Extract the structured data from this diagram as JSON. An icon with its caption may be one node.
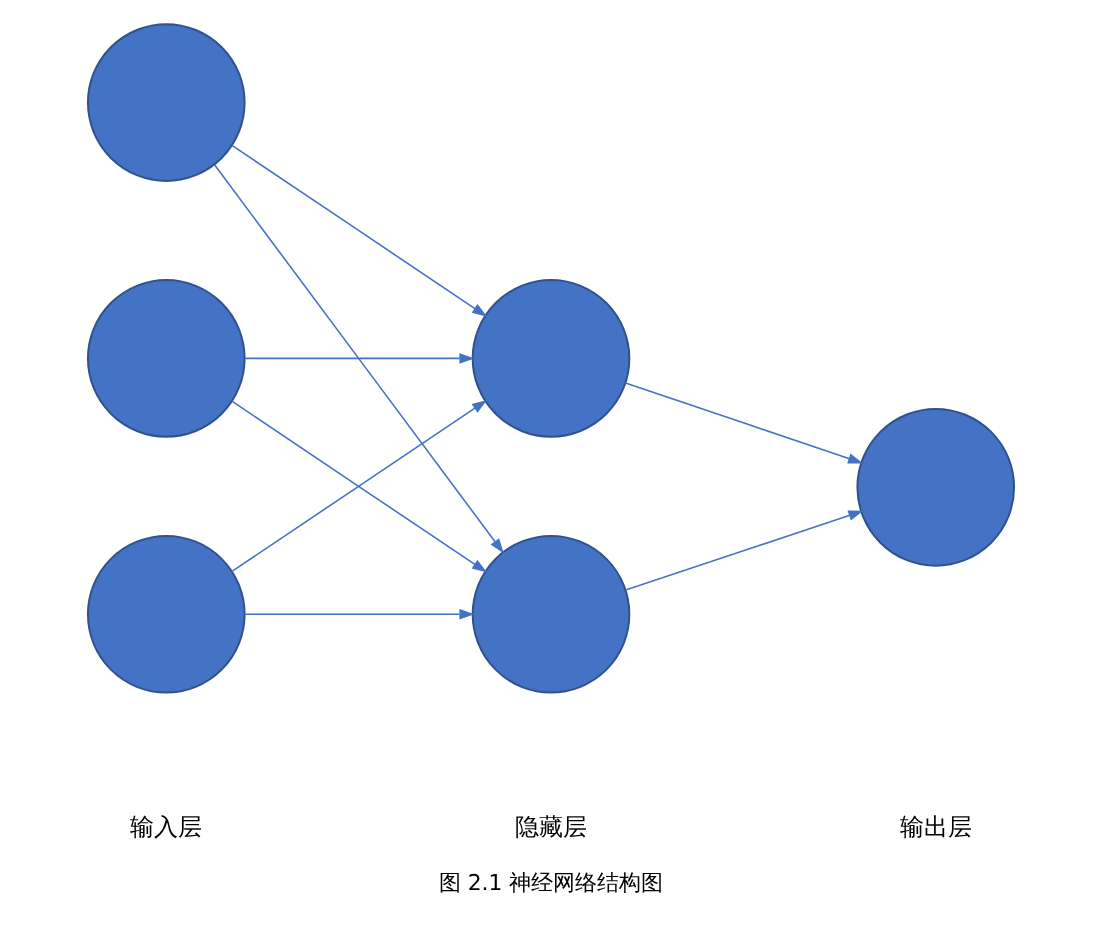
{
  "diagram": {
    "caption": "图 2.1 神经网络结构图",
    "nodes": [
      {
        "text": [],
        "shape": "circle"
      },
      {
        "text": [],
        "shape": "circle"
      },
      {
        "text": [],
        "shape": "circle"
      },
      {
        "text": [],
        "shape": "circle"
      },
      {
        "text": [],
        "shape": "circle"
      },
      {
        "text": [],
        "shape": "circle"
      }
    ],
    "edges": [
      {
        "from": 0,
        "to": 3,
        "arrow": "to"
      },
      {
        "from": 0,
        "to": 4,
        "arrow": "to"
      },
      {
        "from": 1,
        "to": 3,
        "arrow": "to"
      },
      {
        "from": 1,
        "to": 4,
        "arrow": "to"
      },
      {
        "from": 2,
        "to": 3,
        "arrow": "to"
      },
      {
        "from": 2,
        "to": 4,
        "arrow": "to"
      },
      {
        "from": 3,
        "to": 5,
        "arrow": "to"
      },
      {
        "from": 4,
        "to": 5,
        "arrow": "to"
      }
    ],
    "labels": [
      "输入层",
      "隐藏层",
      "输出层"
    ]
  }
}
